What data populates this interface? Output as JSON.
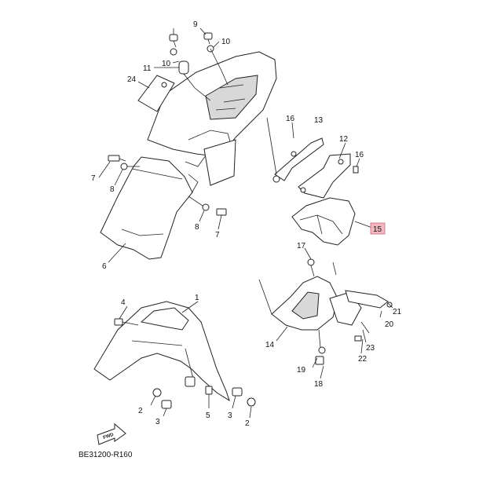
{
  "diagram": {
    "reference_code": "BE31200-R160",
    "forward_arrow_label": "FWD",
    "highlighted_part": "15",
    "colors": {
      "highlight": "#f2b8c0",
      "line": "#222222"
    },
    "parts": {
      "p1": "1",
      "p2a": "2",
      "p2b": "2",
      "p3a": "3",
      "p3b": "3",
      "p4": "4",
      "p5": "5",
      "p6": "6",
      "p7a": "7",
      "p7b": "7",
      "p8a": "8",
      "p8b": "8",
      "p9": "9",
      "p10a": "10",
      "p10b": "10",
      "p11": "11",
      "p12": "12",
      "p13": "13",
      "p14": "14",
      "p15": "15",
      "p16a": "16",
      "p16b": "16",
      "p17": "17",
      "p18": "18",
      "p19": "19",
      "p20": "20",
      "p21": "21",
      "p22": "22",
      "p23": "23",
      "p24": "24"
    }
  }
}
